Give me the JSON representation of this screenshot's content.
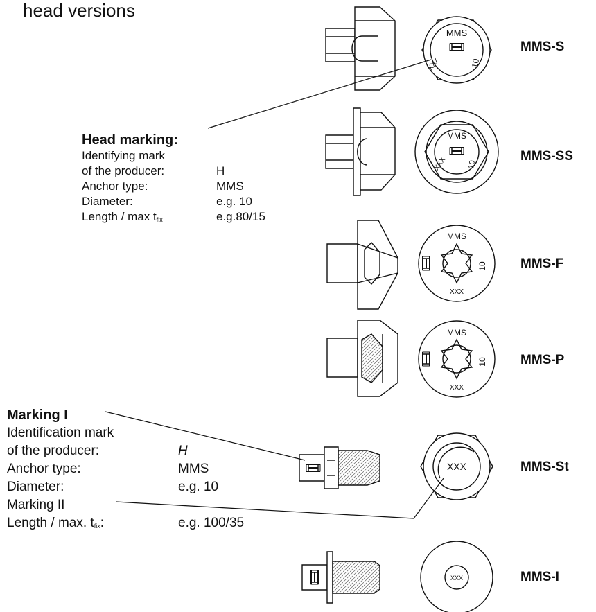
{
  "header": "head versions",
  "variants": [
    "MMS-S",
    "MMS-SS",
    "MMS-F",
    "MMS-P",
    "MMS-St",
    "MMS-I"
  ],
  "head_marking": {
    "title": "Head marking:",
    "rows": [
      [
        "Identifying mark",
        ""
      ],
      [
        "of the producer:",
        "H"
      ],
      [
        "Anchor type:",
        "MMS"
      ],
      [
        "Diameter:",
        "e.g. 10"
      ],
      [
        "Length / max t",
        "e.g.80/15"
      ]
    ],
    "sub_fix": "fix"
  },
  "marking_block": {
    "title1": "Marking I",
    "rows": [
      [
        "Identification mark",
        ""
      ],
      [
        "of the producer:",
        "H"
      ],
      [
        "Anchor type:",
        "MMS"
      ],
      [
        "Diameter:",
        "e.g. 10"
      ]
    ],
    "title2": "Marking II",
    "last_row": [
      "Length / max. t",
      "e.g. 100/35"
    ],
    "sub_fix": "fix"
  },
  "head_text": {
    "mms": "MMS",
    "xxx": "XXX",
    "ten": "10"
  }
}
